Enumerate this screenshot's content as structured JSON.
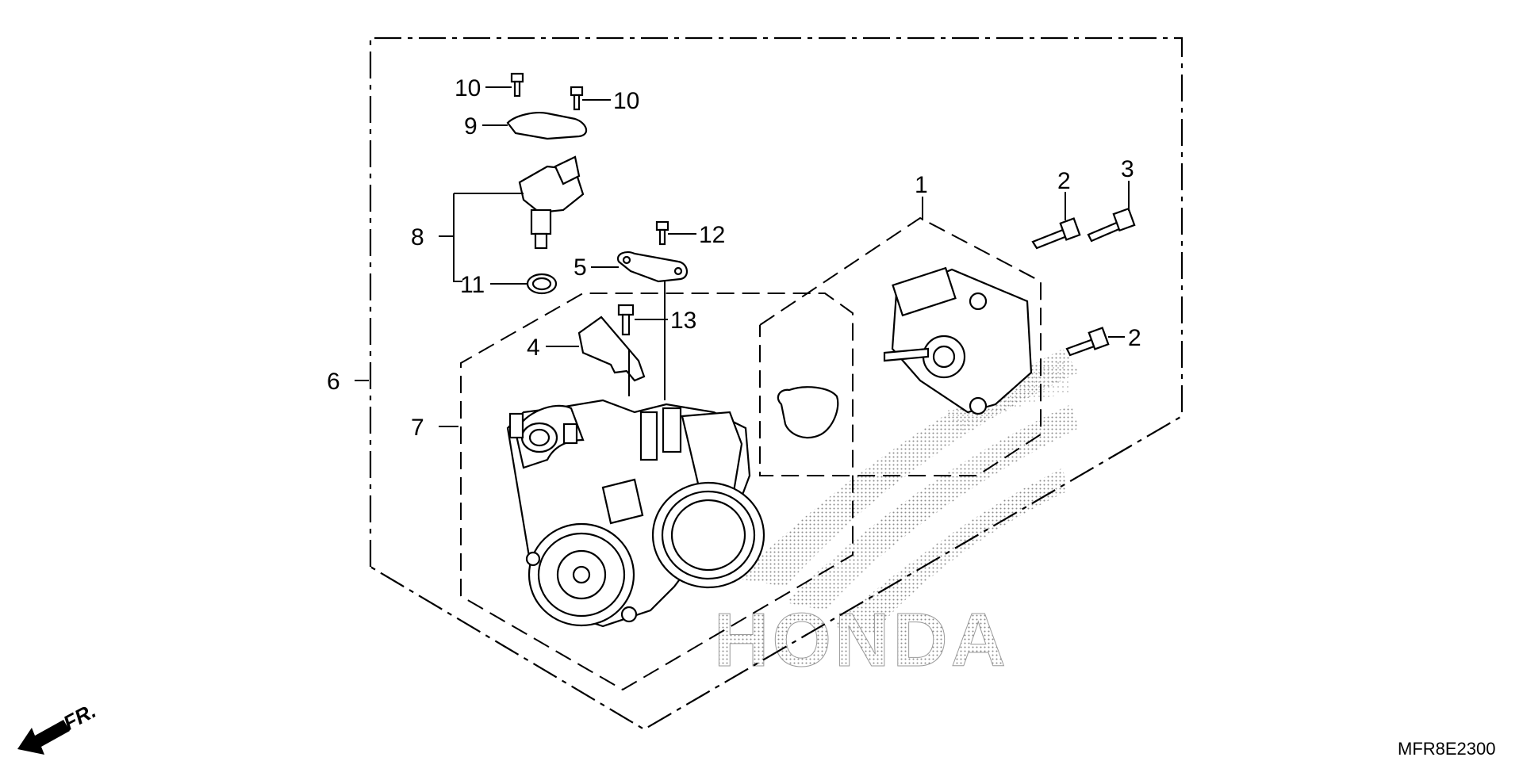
{
  "diagram": {
    "callouts": [
      {
        "id": "c1",
        "text": "1"
      },
      {
        "id": "c2a",
        "text": "2"
      },
      {
        "id": "c2b",
        "text": "2"
      },
      {
        "id": "c3",
        "text": "3"
      },
      {
        "id": "c4",
        "text": "4"
      },
      {
        "id": "c5",
        "text": "5"
      },
      {
        "id": "c6",
        "text": "6"
      },
      {
        "id": "c7",
        "text": "7"
      },
      {
        "id": "c8",
        "text": "8"
      },
      {
        "id": "c9",
        "text": "9"
      },
      {
        "id": "c10a",
        "text": "10"
      },
      {
        "id": "c10b",
        "text": "10"
      },
      {
        "id": "c11",
        "text": "11"
      },
      {
        "id": "c12",
        "text": "12"
      },
      {
        "id": "c13",
        "text": "13"
      }
    ],
    "front_indicator": "FR.",
    "diagram_code": "MFR8E2300",
    "watermark": "HONDA",
    "colors": {
      "ink": "#000000",
      "watermark": "#9a9a9a",
      "background": "#ffffff"
    }
  }
}
